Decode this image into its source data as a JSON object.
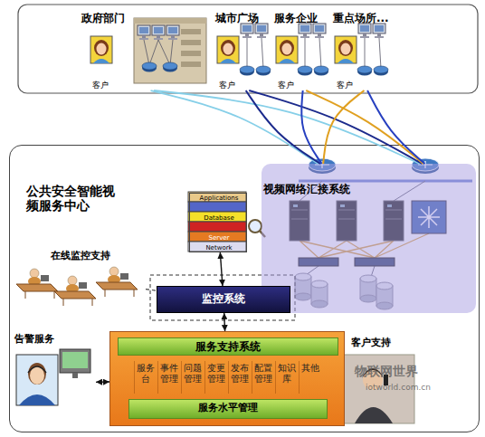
{
  "diagram": {
    "nodes": [
      {
        "text": [
          "政府部门",
          "客户"
        ]
      },
      {
        "text": [
          "城市广场",
          "客户"
        ]
      },
      {
        "text": [
          "服务企业",
          "客户"
        ]
      },
      {
        "text": [
          "重点场所...",
          "客户"
        ]
      },
      {
        "text": [
          "公共安全智能视频服务中心"
        ]
      },
      {
        "text": [
          "视频网络汇接系统"
        ],
        "in": 4
      },
      {
        "text": [
          "Applications",
          "Database",
          "Server",
          "Network"
        ],
        "in": 4
      },
      {
        "text": [
          "在线监控支持"
        ],
        "in": 4
      },
      {
        "text": [
          "监控系统"
        ],
        "in": 4
      },
      {
        "text": [
          "告警服务"
        ],
        "in": 4
      },
      {
        "text": [
          "服务支持系统"
        ],
        "in": 4
      },
      {
        "text": [
          "服务台"
        ],
        "in": 10
      },
      {
        "text": [
          "事件管理"
        ],
        "in": 10
      },
      {
        "text": [
          "问题管理"
        ],
        "in": 10
      },
      {
        "text": [
          "变更管理"
        ],
        "in": 10
      },
      {
        "text": [
          "发布管理"
        ],
        "in": 10
      },
      {
        "text": [
          "配置管理"
        ],
        "in": 10
      },
      {
        "text": [
          "知识库"
        ],
        "in": 10
      },
      {
        "text": [
          "其他"
        ],
        "in": 10
      },
      {
        "text": [
          "服务水平管理"
        ],
        "in": 10
      },
      {
        "text": [
          "客户支持"
        ],
        "in": 4
      }
    ],
    "edges": [
      {
        "from": 0,
        "to": 5,
        "arrow": "none"
      },
      {
        "from": 0,
        "to": 5,
        "arrow": "none"
      },
      {
        "from": 1,
        "to": 5,
        "arrow": "none"
      },
      {
        "from": 1,
        "to": 5,
        "arrow": "none"
      },
      {
        "from": 2,
        "to": 5,
        "arrow": "none"
      },
      {
        "from": 2,
        "to": 5,
        "arrow": "none"
      },
      {
        "from": 3,
        "to": 5,
        "arrow": "none"
      },
      {
        "from": 3,
        "to": 5,
        "arrow": "none"
      },
      {
        "from": 8,
        "to": 6,
        "arrow": "both"
      },
      {
        "from": 7,
        "to": 8,
        "arrow": "none"
      },
      {
        "from": 8,
        "to": 10,
        "arrow": "both"
      },
      {
        "from": 9,
        "to": 10,
        "arrow": "both"
      }
    ],
    "labels": [
      "物联网世界",
      "iotworld.com.cn"
    ]
  }
}
